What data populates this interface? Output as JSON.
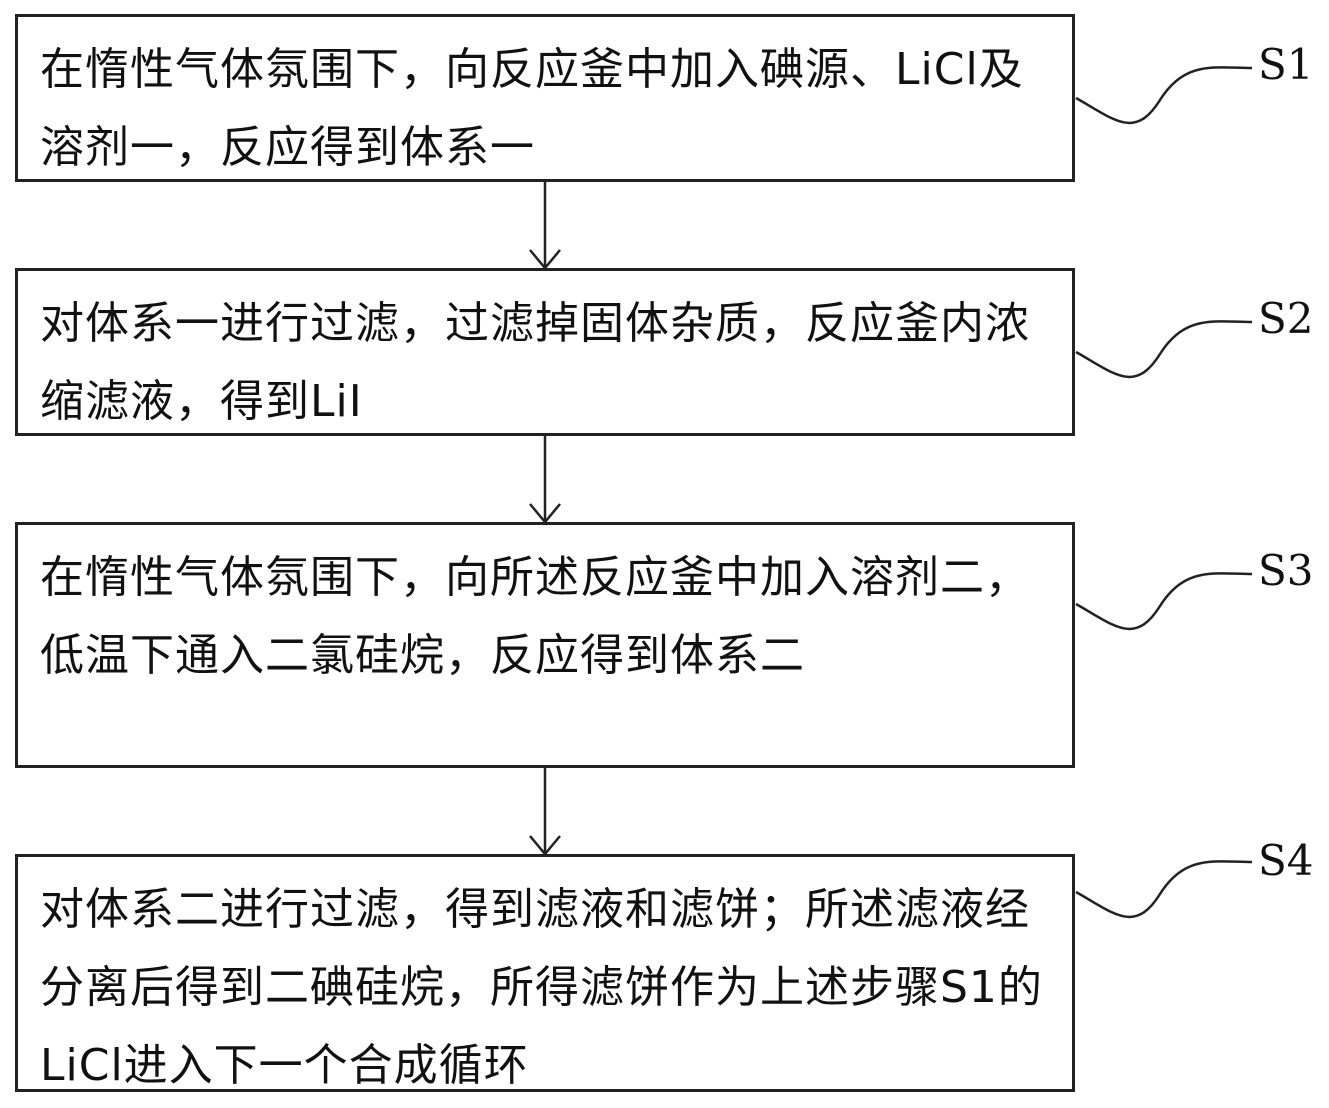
{
  "steps": [
    {
      "id": "S1",
      "label": "S1",
      "text": "在惰性气体氛围下，向反应釜中加入碘源、LiCl及溶剂一，反应得到体系一"
    },
    {
      "id": "S2",
      "label": "S2",
      "text": "对体系一进行过滤，过滤掉固体杂质，反应釜内浓缩滤液，得到LiI"
    },
    {
      "id": "S3",
      "label": "S3",
      "text": "在惰性气体氛围下，向所述反应釜中加入溶剂二，低温下通入二氯硅烷，反应得到体系二"
    },
    {
      "id": "S4",
      "label": "S4",
      "text": "对体系二进行过滤，得到滤液和滤饼；所述滤液经分离后得到二碘硅烷，所得滤饼作为上述步骤S1的LiCl进入下一个合成循环"
    }
  ]
}
